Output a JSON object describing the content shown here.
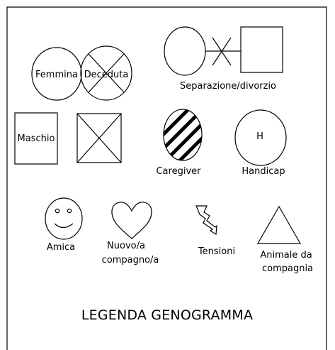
{
  "legend": {
    "labels": {
      "femmina": "Femmina",
      "deceduta": "Deceduta",
      "separazione": "Separazione/divorzio",
      "maschio": "Maschio",
      "caregiver": "Caregiver",
      "handicap_symbol": "H",
      "handicap": "Handicap",
      "amica": "Amica",
      "nuovo_line1": "Nuovo/a",
      "nuovo_line2": "compagno/a",
      "tensioni": "Tensioni",
      "animale_line1": "Animale da",
      "animale_line2": "compagnia"
    },
    "title": "LEGENDA GENOGRAMMA"
  }
}
